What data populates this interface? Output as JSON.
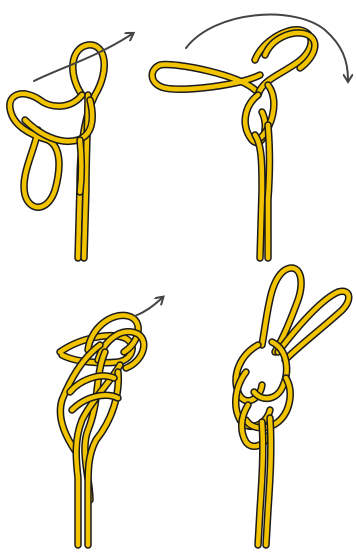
{
  "steps": [
    {
      "id": "step-1",
      "arrow": "up-right-icon"
    },
    {
      "id": "step-2",
      "arrow": "curved-down-icon"
    },
    {
      "id": "step-3",
      "arrow": "up-right-icon"
    },
    {
      "id": "step-4",
      "arrow": ""
    }
  ],
  "colors": {
    "rope": "#f2c400",
    "rope_outline": "#1a1a1a",
    "arrow": "#444444",
    "background": "#ffffff"
  }
}
